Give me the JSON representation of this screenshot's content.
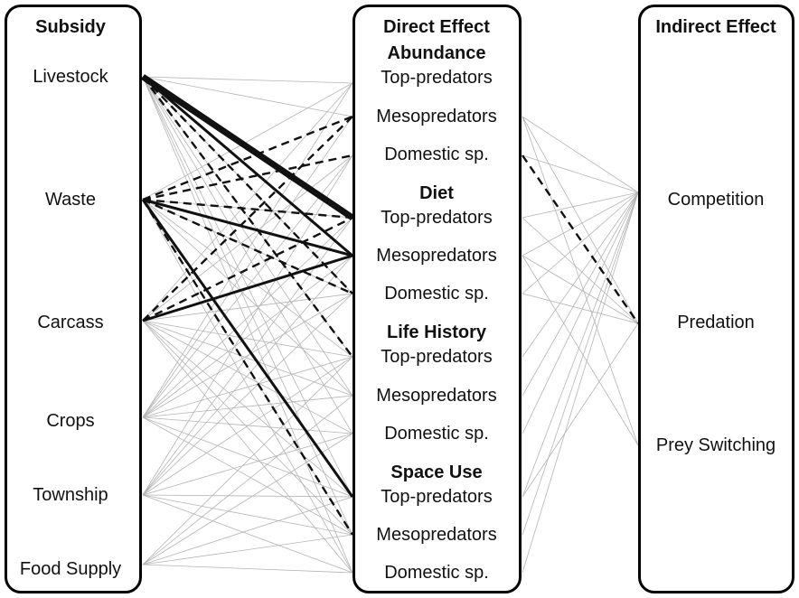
{
  "columns": {
    "subsidy": {
      "heading": "Subsidy",
      "items": [
        "Livestock",
        "Waste",
        "Carcass",
        "Crops",
        "Township",
        "Food Supply"
      ]
    },
    "direct": {
      "heading_line1": "Direct Effect",
      "groups": [
        {
          "title": "Abundance",
          "items": [
            "Top-predators",
            "Mesopredators",
            "Domestic sp."
          ]
        },
        {
          "title": "Diet",
          "items": [
            "Top-predators",
            "Mesopredators",
            "Domestic sp."
          ]
        },
        {
          "title": "Life History",
          "items": [
            "Top-predators",
            "Mesopredators",
            "Domestic sp."
          ]
        },
        {
          "title": "Space Use",
          "items": [
            "Top-predators",
            "Mesopredators",
            "Domestic sp."
          ]
        }
      ]
    },
    "indirect": {
      "heading": "Indirect Effect",
      "items": [
        "Competition",
        "Predation",
        "Prey Switching"
      ]
    }
  },
  "link_styles": {
    "thin": {
      "color": "#b4b4b4"
    },
    "solid": {
      "color": "#111111"
    },
    "dashed": {
      "color": "#111111"
    }
  },
  "links": [
    {
      "from": "Livestock",
      "to": "Diet / Top-predators",
      "style": "solid",
      "weight": "heavy"
    },
    {
      "from": "Livestock",
      "to": "Diet / Mesopredators",
      "style": "solid",
      "weight": "medium"
    },
    {
      "from": "Livestock",
      "to": "Diet / Domestic sp.",
      "style": "dashed"
    },
    {
      "from": "Livestock",
      "to": "Life History / Top-predators",
      "style": "dashed"
    },
    {
      "from": "Waste",
      "to": "Abundance / Mesopredators",
      "style": "dashed"
    },
    {
      "from": "Waste",
      "to": "Abundance / Domestic sp.",
      "style": "dashed"
    },
    {
      "from": "Waste",
      "to": "Diet / Top-predators",
      "style": "dashed"
    },
    {
      "from": "Waste",
      "to": "Diet / Mesopredators",
      "style": "solid",
      "weight": "medium"
    },
    {
      "from": "Waste",
      "to": "Diet / Domestic sp.",
      "style": "dashed"
    },
    {
      "from": "Waste",
      "to": "Space Use / Top-predators",
      "style": "solid",
      "weight": "medium"
    },
    {
      "from": "Waste",
      "to": "Space Use / Mesopredators",
      "style": "dashed"
    },
    {
      "from": "Carcass",
      "to": "Abundance / Mesopredators",
      "style": "dashed"
    },
    {
      "from": "Carcass",
      "to": "Diet / Top-predators",
      "style": "dashed"
    },
    {
      "from": "Carcass",
      "to": "Diet / Mesopredators",
      "style": "solid",
      "weight": "medium"
    },
    {
      "from": "Abundance / Domestic sp.",
      "to": "Predation",
      "style": "dashed"
    }
  ]
}
